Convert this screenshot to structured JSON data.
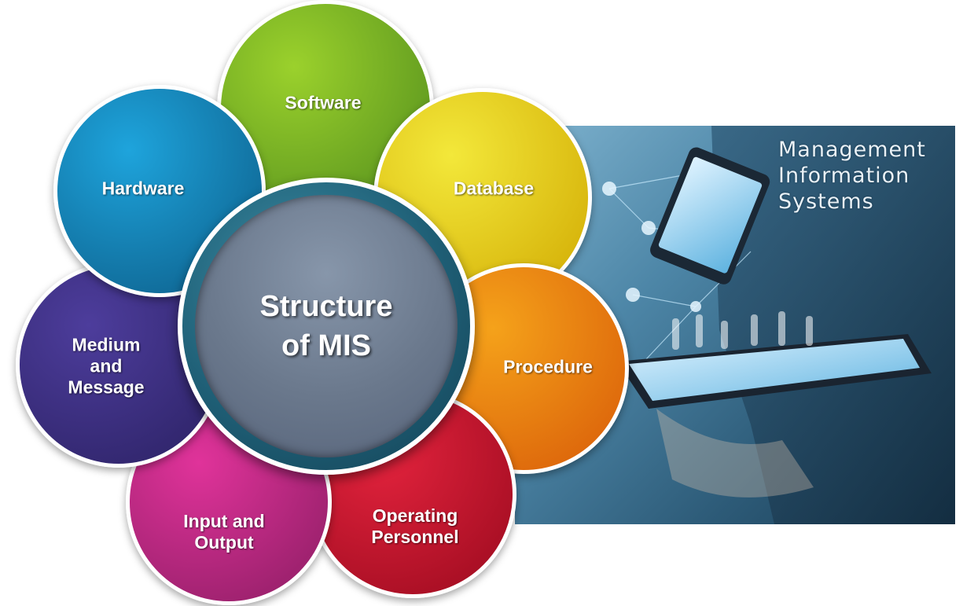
{
  "hub": {
    "title": "Structure\nof MIS"
  },
  "petals": [
    {
      "label": "Software",
      "color_from": "#9bd12c",
      "color_to": "#4f8a1c"
    },
    {
      "label": "Database",
      "color_from": "#f3e83a",
      "color_to": "#d0a800"
    },
    {
      "label": "Procedure",
      "color_from": "#f5a21a",
      "color_to": "#d85a08"
    },
    {
      "label": "Operating\nPersonnel",
      "color_from": "#e3233d",
      "color_to": "#9a0a1e"
    },
    {
      "label": "Input and\nOutput",
      "color_from": "#e0339a",
      "color_to": "#8c1d63"
    },
    {
      "label": "Medium\nand\nMessage",
      "color_from": "#4d3d9c",
      "color_to": "#2b2163"
    },
    {
      "label": "Hardware",
      "color_from": "#1ea4dc",
      "color_to": "#0c5b86"
    }
  ],
  "photo": {
    "title_lines": [
      "Management",
      "Information",
      "Systems"
    ]
  }
}
